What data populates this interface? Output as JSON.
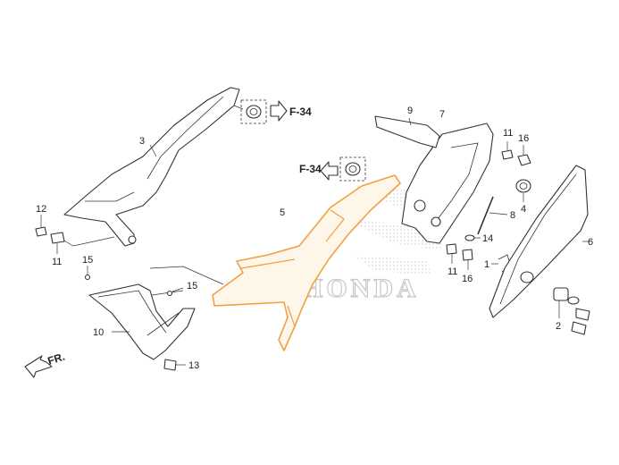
{
  "watermark": "HONDA",
  "front_indicator": "FR.",
  "references": [
    {
      "id": "ref-upper",
      "label": "F-34"
    },
    {
      "id": "ref-middle",
      "label": "F-34"
    }
  ],
  "callouts": [
    {
      "id": "part-1",
      "label": "1"
    },
    {
      "id": "part-2",
      "label": "2"
    },
    {
      "id": "part-3",
      "label": "3"
    },
    {
      "id": "part-4",
      "label": "4"
    },
    {
      "id": "part-5",
      "label": "5"
    },
    {
      "id": "part-6",
      "label": "6"
    },
    {
      "id": "part-7",
      "label": "7"
    },
    {
      "id": "part-8",
      "label": "8"
    },
    {
      "id": "part-9",
      "label": "9"
    },
    {
      "id": "part-10",
      "label": "10"
    },
    {
      "id": "part-11-left",
      "label": "11"
    },
    {
      "id": "part-11-mid",
      "label": "11"
    },
    {
      "id": "part-11-right",
      "label": "11"
    },
    {
      "id": "part-12",
      "label": "12"
    },
    {
      "id": "part-13",
      "label": "13"
    },
    {
      "id": "part-14",
      "label": "14"
    },
    {
      "id": "part-15-left",
      "label": "15"
    },
    {
      "id": "part-15-mid",
      "label": "15"
    },
    {
      "id": "part-16-right",
      "label": "16"
    },
    {
      "id": "part-16-mid",
      "label": "16"
    }
  ],
  "colors": {
    "highlight": "#f0a040",
    "line": "#333333",
    "watermark": "#c9c9c9"
  }
}
